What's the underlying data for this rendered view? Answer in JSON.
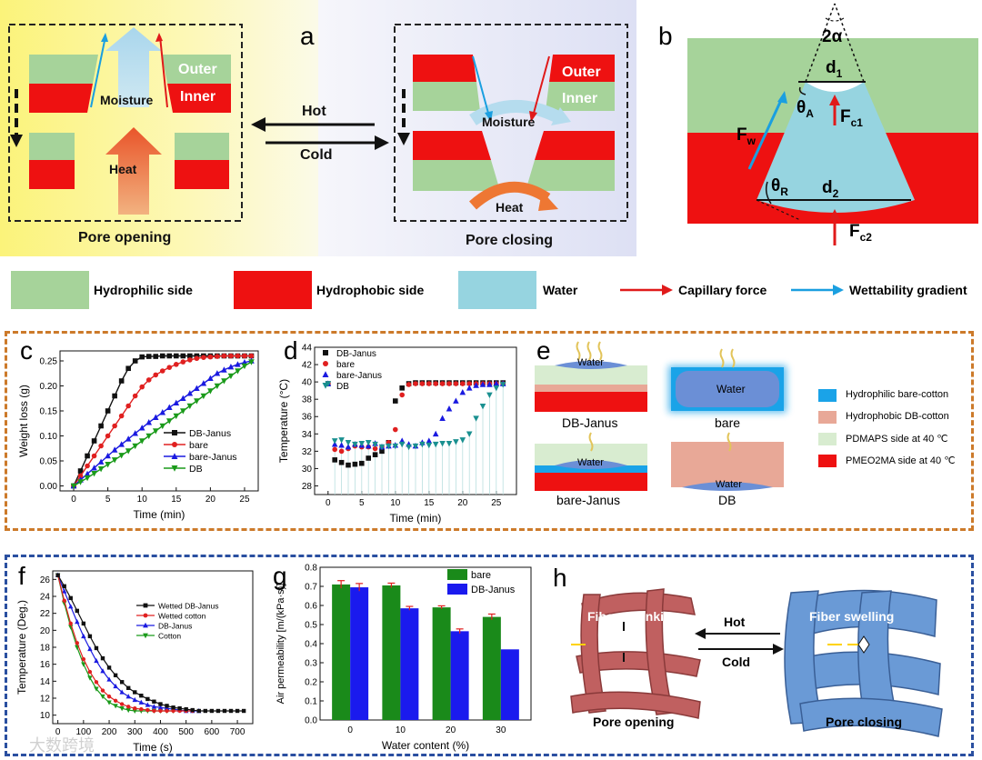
{
  "panels": {
    "a": {
      "letter": "a",
      "outer": "Outer",
      "inner": "Inner",
      "moisture": "Moisture",
      "heat": "Heat",
      "hot": "Hot",
      "cold": "Cold",
      "pore_opening": "Pore opening",
      "pore_closing": "Pore closing"
    },
    "b": {
      "letter": "b",
      "angle": "2α",
      "d1": "d",
      "d1_sub": "1",
      "d2": "d",
      "d2_sub": "2",
      "thetaA": "θ",
      "thetaA_sub": "A",
      "thetaR": "θ",
      "thetaR_sub": "R",
      "fw": "F",
      "fw_sub": "w",
      "fc1": "F",
      "fc1_sub": "c1",
      "fc2": "F",
      "fc2_sub": "c2"
    },
    "legend": [
      {
        "label": "Hydrophilic side",
        "color": "#a6d39a"
      },
      {
        "label": "Hydrophobic side",
        "color": "#ee1111"
      },
      {
        "label": "Water",
        "color": "#96d4e0"
      },
      {
        "label": "Capillary force",
        "color": "#e01a1a"
      },
      {
        "label": "Wettability gradient",
        "color": "#1a9fe0"
      }
    ],
    "c": {
      "letter": "c"
    },
    "d": {
      "letter": "d"
    },
    "e": {
      "letter": "e",
      "water": "Water",
      "names": [
        "DB-Janus",
        "bare",
        "bare-Janus",
        "DB"
      ],
      "legend": [
        {
          "label": "Hydrophilic bare-cotton",
          "color": "#1aa3e8"
        },
        {
          "label": "Hydrophobic DB-cotton",
          "color": "#e8a897"
        },
        {
          "label": "PDMAPS  side at 40 ℃",
          "color": "#d8ecd0"
        },
        {
          "label": "PMEO2MA side at 40 ℃",
          "color": "#ee1111"
        }
      ]
    },
    "f": {
      "letter": "f"
    },
    "g": {
      "letter": "g"
    },
    "h": {
      "letter": "h",
      "fiber_shrinking": "Fiber shrinking",
      "fiber_swelling": "Fiber swelling",
      "hot": "Hot",
      "cold": "Cold",
      "pore_opening": "Pore opening",
      "pore_closing": "Pore closing"
    }
  },
  "watermark": "大数跨境",
  "chart_data": [
    {
      "id": "c",
      "type": "line",
      "xlabel": "Time (min)",
      "ylabel": "Weight loss (g)",
      "xlim": [
        -2,
        27
      ],
      "ylim": [
        -0.01,
        0.27
      ],
      "xticks": [
        0,
        5,
        10,
        15,
        20,
        25
      ],
      "yticks": [
        0.0,
        0.05,
        0.1,
        0.15,
        0.2,
        0.25
      ],
      "ytick_labels": [
        "0.00",
        "0.05",
        "0.10",
        "0.15",
        "0.20",
        "0.25"
      ],
      "legend_position": "bottom-right",
      "series": [
        {
          "name": "DB-Janus",
          "color": "#111111",
          "marker": "square",
          "x": [
            0,
            1,
            2,
            3,
            4,
            5,
            6,
            7,
            8,
            9,
            10,
            11,
            12,
            13,
            14,
            15,
            16,
            17,
            18,
            19,
            20,
            21,
            22,
            23,
            24,
            25,
            26
          ],
          "y": [
            0,
            0.03,
            0.06,
            0.09,
            0.12,
            0.15,
            0.18,
            0.21,
            0.235,
            0.25,
            0.258,
            0.259,
            0.259,
            0.26,
            0.26,
            0.26,
            0.26,
            0.26,
            0.26,
            0.26,
            0.26,
            0.26,
            0.26,
            0.26,
            0.26,
            0.26,
            0.26
          ]
        },
        {
          "name": "bare",
          "color": "#e02020",
          "marker": "circle",
          "x": [
            0,
            1,
            2,
            3,
            4,
            5,
            6,
            7,
            8,
            9,
            10,
            11,
            12,
            13,
            14,
            15,
            16,
            17,
            18,
            19,
            20,
            21,
            22,
            23,
            24,
            25,
            26
          ],
          "y": [
            0,
            0.02,
            0.04,
            0.06,
            0.08,
            0.1,
            0.12,
            0.14,
            0.16,
            0.18,
            0.198,
            0.212,
            0.222,
            0.23,
            0.237,
            0.243,
            0.248,
            0.252,
            0.255,
            0.257,
            0.258,
            0.259,
            0.26,
            0.26,
            0.26,
            0.26,
            0.26
          ]
        },
        {
          "name": "bare-Janus",
          "color": "#1a1ae0",
          "marker": "triangle",
          "x": [
            0,
            1,
            2,
            3,
            4,
            5,
            6,
            7,
            8,
            9,
            10,
            11,
            12,
            13,
            14,
            15,
            16,
            17,
            18,
            19,
            20,
            21,
            22,
            23,
            24,
            25,
            26
          ],
          "y": [
            0,
            0.012,
            0.024,
            0.036,
            0.048,
            0.06,
            0.072,
            0.083,
            0.094,
            0.105,
            0.116,
            0.127,
            0.137,
            0.147,
            0.157,
            0.166,
            0.175,
            0.185,
            0.195,
            0.205,
            0.215,
            0.225,
            0.232,
            0.238,
            0.243,
            0.247,
            0.25
          ]
        },
        {
          "name": "DB",
          "color": "#1a9a1a",
          "marker": "triangle-down",
          "x": [
            0,
            1,
            2,
            3,
            4,
            5,
            6,
            7,
            8,
            9,
            10,
            11,
            12,
            13,
            14,
            15,
            16,
            17,
            18,
            19,
            20,
            21,
            22,
            23,
            24,
            25,
            26
          ],
          "y": [
            0,
            0.008,
            0.016,
            0.025,
            0.034,
            0.043,
            0.052,
            0.061,
            0.07,
            0.08,
            0.09,
            0.1,
            0.11,
            0.12,
            0.13,
            0.14,
            0.15,
            0.16,
            0.17,
            0.18,
            0.19,
            0.2,
            0.21,
            0.22,
            0.23,
            0.24,
            0.248
          ]
        }
      ]
    },
    {
      "id": "d",
      "type": "scatter",
      "xlabel": "Time (min)",
      "ylabel": "Temperature (°C)",
      "xlim": [
        -2,
        28
      ],
      "ylim": [
        27,
        44
      ],
      "xticks": [
        0,
        5,
        10,
        15,
        20,
        25
      ],
      "yticks": [
        28,
        30,
        32,
        34,
        36,
        38,
        40,
        42,
        44
      ],
      "legend_position": "top-left",
      "series": [
        {
          "name": "DB-Janus",
          "color": "#111111",
          "marker": "square",
          "x": [
            0,
            1,
            2,
            3,
            4,
            5,
            6,
            7,
            8,
            9,
            10,
            11,
            12,
            13,
            14,
            15,
            16,
            17,
            18,
            19,
            20,
            21,
            22,
            23,
            24,
            25,
            26
          ],
          "y": [
            39.8,
            31,
            30.7,
            30.4,
            30.5,
            30.6,
            31.2,
            31.6,
            32,
            33,
            37.8,
            39.3,
            39.8,
            39.9,
            39.9,
            39.9,
            39.9,
            39.9,
            39.9,
            39.9,
            39.9,
            39.9,
            39.9,
            39.9,
            39.9,
            39.9,
            39.9
          ]
        },
        {
          "name": "bare",
          "color": "#e02020",
          "marker": "circle",
          "x": [
            0,
            1,
            2,
            3,
            4,
            5,
            6,
            7,
            8,
            9,
            10,
            11,
            12,
            13,
            14,
            15,
            16,
            17,
            18,
            19,
            20,
            21,
            22,
            23,
            24,
            25,
            26
          ],
          "y": [
            39.8,
            32.2,
            32,
            32.3,
            32.6,
            32.5,
            32.5,
            32.3,
            32.5,
            33,
            34.5,
            38.5,
            39.7,
            39.8,
            39.8,
            39.8,
            39.8,
            39.8,
            39.8,
            39.8,
            39.8,
            39.8,
            39.8,
            39.8,
            39.8,
            39.8,
            39.8
          ]
        },
        {
          "name": "bare-Janus",
          "color": "#1a1ae0",
          "marker": "triangle",
          "x": [
            0,
            1,
            2,
            3,
            4,
            5,
            6,
            7,
            8,
            9,
            10,
            11,
            12,
            13,
            14,
            15,
            16,
            17,
            18,
            19,
            20,
            21,
            22,
            23,
            24,
            25,
            26
          ],
          "y": [
            39.8,
            32.8,
            32.7,
            32.5,
            32.8,
            32.7,
            32.6,
            32.9,
            32.5,
            32.6,
            32.7,
            33.2,
            32.8,
            32.6,
            33,
            33.2,
            34,
            35.8,
            36.9,
            37.8,
            38.8,
            39.3,
            39.6,
            39.7,
            39.7,
            39.8,
            39.8
          ]
        },
        {
          "name": "DB",
          "color": "#1a9090",
          "marker": "triangle-down",
          "x": [
            0,
            1,
            2,
            3,
            4,
            5,
            6,
            7,
            8,
            9,
            10,
            11,
            12,
            13,
            14,
            15,
            16,
            17,
            18,
            19,
            20,
            21,
            22,
            23,
            24,
            25,
            26
          ],
          "y": [
            39.8,
            33.2,
            33.3,
            33,
            32.8,
            32.9,
            33,
            32.8,
            32.5,
            32.6,
            32.6,
            32.8,
            32.5,
            32.6,
            32.8,
            32.7,
            32.8,
            32.9,
            32.9,
            33.1,
            33.3,
            34,
            35.8,
            37.2,
            38.5,
            39.3,
            39.7
          ]
        }
      ]
    },
    {
      "id": "f",
      "type": "line",
      "xlabel": "Time (s)",
      "ylabel": "Temperature (Deg.)",
      "xlim": [
        -20,
        760
      ],
      "ylim": [
        9,
        27
      ],
      "xticks": [
        0,
        100,
        200,
        300,
        400,
        500,
        600,
        700
      ],
      "yticks": [
        10,
        12,
        14,
        16,
        18,
        20,
        22,
        24,
        26
      ],
      "legend_position": "top-right",
      "series": [
        {
          "name": "Wetted DB-Janus",
          "color": "#111111",
          "marker": "square",
          "x": [
            0,
            25,
            50,
            75,
            100,
            125,
            150,
            175,
            200,
            225,
            250,
            275,
            300,
            325,
            350,
            375,
            400,
            425,
            450,
            475,
            500,
            525,
            550,
            575,
            600,
            625,
            650,
            675,
            700,
            725
          ],
          "y": [
            26.5,
            25.2,
            23.8,
            22.3,
            20.8,
            19.3,
            17.9,
            16.7,
            15.6,
            14.7,
            13.9,
            13.2,
            12.7,
            12.3,
            11.9,
            11.6,
            11.3,
            11.1,
            10.9,
            10.8,
            10.7,
            10.6,
            10.5,
            10.5,
            10.5,
            10.5,
            10.5,
            10.5,
            10.5,
            10.5
          ]
        },
        {
          "name": "Wetted cotton",
          "color": "#e02020",
          "marker": "circle",
          "x": [
            0,
            25,
            50,
            75,
            100,
            125,
            150,
            175,
            200,
            225,
            250,
            275,
            300,
            325,
            350,
            375,
            400,
            425,
            450,
            475,
            500,
            525
          ],
          "y": [
            26.5,
            23.5,
            20.8,
            18.5,
            16.6,
            15.1,
            13.9,
            12.9,
            12.2,
            11.7,
            11.3,
            11,
            10.8,
            10.7,
            10.6,
            10.5,
            10.5,
            10.5,
            10.5,
            10.5,
            10.5,
            10.5
          ]
        },
        {
          "name": "DB-Janus",
          "color": "#1a1ae0",
          "marker": "triangle",
          "x": [
            0,
            25,
            50,
            75,
            100,
            125,
            150,
            175,
            200,
            225,
            250,
            275,
            300,
            325,
            350,
            375,
            400,
            425,
            450,
            475,
            500,
            525,
            550
          ],
          "y": [
            26.5,
            24.6,
            22.8,
            21,
            19.3,
            17.8,
            16.4,
            15.2,
            14.2,
            13.4,
            12.7,
            12.2,
            11.8,
            11.5,
            11.2,
            11,
            10.9,
            10.8,
            10.7,
            10.6,
            10.5,
            10.5,
            10.5
          ]
        },
        {
          "name": "Cotton",
          "color": "#1a9a1a",
          "marker": "triangle-down",
          "x": [
            0,
            25,
            50,
            75,
            100,
            125,
            150,
            175,
            200,
            225,
            250,
            275,
            300,
            325,
            350,
            375,
            400,
            425,
            450
          ],
          "y": [
            26.5,
            23.2,
            20.4,
            18,
            16,
            14.4,
            13.1,
            12.2,
            11.5,
            11.1,
            10.8,
            10.6,
            10.5,
            10.5,
            10.5,
            10.5,
            10.5,
            10.5,
            10.5
          ]
        }
      ]
    },
    {
      "id": "g",
      "type": "bar",
      "xlabel": "Water content (%)",
      "ylabel": "Air permeability [m/(kPa·s)]",
      "categories": [
        "0",
        "10",
        "20",
        "30"
      ],
      "ylim": [
        0,
        0.8
      ],
      "yticks": [
        0.0,
        0.1,
        0.2,
        0.3,
        0.4,
        0.5,
        0.6,
        0.7,
        0.8
      ],
      "legend_position": "top-right",
      "series": [
        {
          "name": "bare",
          "color": "#1a8a1a",
          "values": [
            0.71,
            0.705,
            0.59,
            0.54
          ],
          "errors": [
            0.02,
            0.012,
            0.008,
            0.015
          ]
        },
        {
          "name": "DB-Janus",
          "color": "#1a1aee",
          "values": [
            0.695,
            0.585,
            0.465,
            0.37
          ],
          "errors": [
            0.02,
            0.01,
            0.012,
            0.0
          ]
        }
      ]
    }
  ]
}
